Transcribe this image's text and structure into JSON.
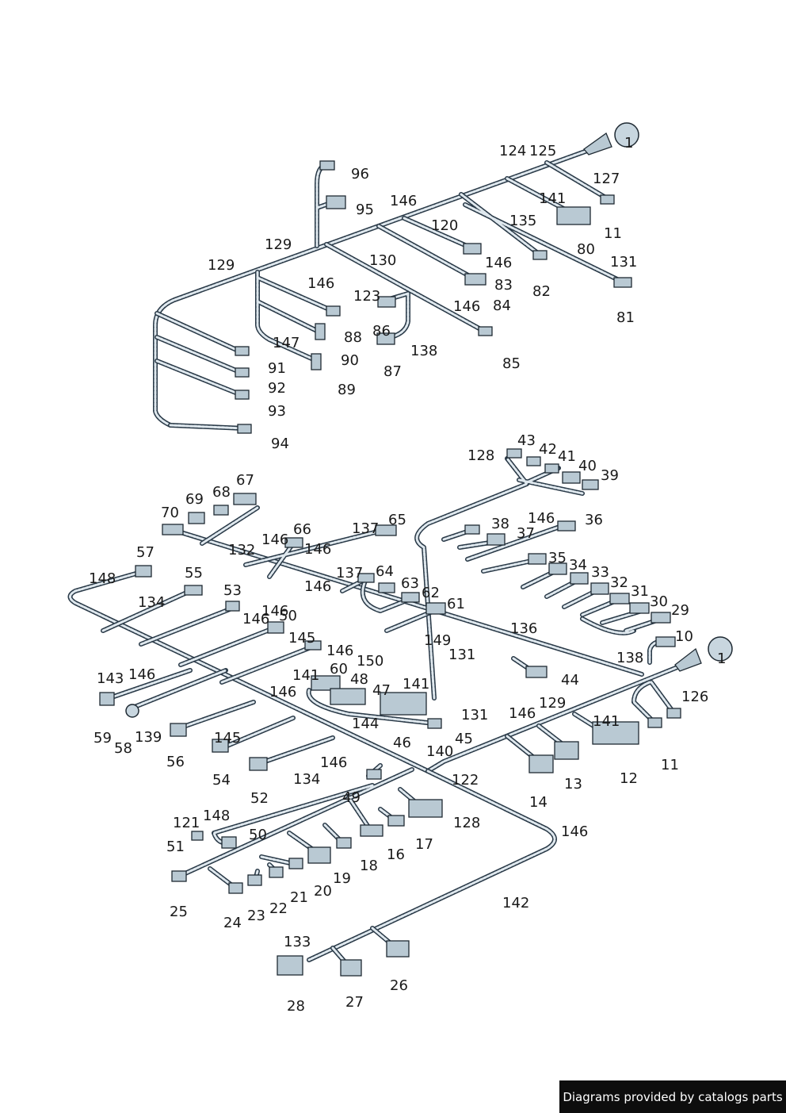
{
  "labels": {
    "top": [
      {
        "t": "1"
      },
      {
        "t": "124"
      },
      {
        "t": "125"
      },
      {
        "t": "127"
      },
      {
        "t": "141"
      },
      {
        "t": "11"
      },
      {
        "t": "80"
      },
      {
        "t": "135"
      },
      {
        "t": "82"
      },
      {
        "t": "131"
      },
      {
        "t": "81"
      },
      {
        "t": "96"
      },
      {
        "t": "95"
      },
      {
        "t": "146"
      },
      {
        "t": "120"
      },
      {
        "t": "146"
      },
      {
        "t": "129"
      },
      {
        "t": "130"
      },
      {
        "t": "83"
      },
      {
        "t": "84"
      },
      {
        "t": "129"
      },
      {
        "t": "146"
      },
      {
        "t": "123"
      },
      {
        "t": "146"
      },
      {
        "t": "88"
      },
      {
        "t": "86"
      },
      {
        "t": "138"
      },
      {
        "t": "85"
      },
      {
        "t": "147"
      },
      {
        "t": "90"
      },
      {
        "t": "87"
      },
      {
        "t": "91"
      },
      {
        "t": "89"
      },
      {
        "t": "92"
      },
      {
        "t": "93"
      },
      {
        "t": "94"
      }
    ],
    "bottom": [
      {
        "t": "128"
      },
      {
        "t": "43"
      },
      {
        "t": "42"
      },
      {
        "t": "41"
      },
      {
        "t": "40"
      },
      {
        "t": "39"
      },
      {
        "t": "38"
      },
      {
        "t": "146"
      },
      {
        "t": "36"
      },
      {
        "t": "37"
      },
      {
        "t": "67"
      },
      {
        "t": "69"
      },
      {
        "t": "68"
      },
      {
        "t": "70"
      },
      {
        "t": "66"
      },
      {
        "t": "137"
      },
      {
        "t": "65"
      },
      {
        "t": "146"
      },
      {
        "t": "146"
      },
      {
        "t": "132"
      },
      {
        "t": "35"
      },
      {
        "t": "34"
      },
      {
        "t": "33"
      },
      {
        "t": "57"
      },
      {
        "t": "55"
      },
      {
        "t": "137"
      },
      {
        "t": "64"
      },
      {
        "t": "63"
      },
      {
        "t": "148"
      },
      {
        "t": "146"
      },
      {
        "t": "62"
      },
      {
        "t": "32"
      },
      {
        "t": "31"
      },
      {
        "t": "53"
      },
      {
        "t": "146"
      },
      {
        "t": "61"
      },
      {
        "t": "30"
      },
      {
        "t": "134"
      },
      {
        "t": "146"
      },
      {
        "t": "50"
      },
      {
        "t": "29"
      },
      {
        "t": "136"
      },
      {
        "t": "145"
      },
      {
        "t": "149"
      },
      {
        "t": "146"
      },
      {
        "t": "10"
      },
      {
        "t": "131"
      },
      {
        "t": "138"
      },
      {
        "t": "150"
      },
      {
        "t": "1"
      },
      {
        "t": "143"
      },
      {
        "t": "146"
      },
      {
        "t": "141"
      },
      {
        "t": "60"
      },
      {
        "t": "48"
      },
      {
        "t": "141"
      },
      {
        "t": "44"
      },
      {
        "t": "47"
      },
      {
        "t": "146"
      },
      {
        "t": "129"
      },
      {
        "t": "126"
      },
      {
        "t": "146"
      },
      {
        "t": "131"
      },
      {
        "t": "141"
      },
      {
        "t": "59"
      },
      {
        "t": "139"
      },
      {
        "t": "58"
      },
      {
        "t": "144"
      },
      {
        "t": "45"
      },
      {
        "t": "56"
      },
      {
        "t": "145"
      },
      {
        "t": "46"
      },
      {
        "t": "140"
      },
      {
        "t": "12"
      },
      {
        "t": "11"
      },
      {
        "t": "13"
      },
      {
        "t": "54"
      },
      {
        "t": "146"
      },
      {
        "t": "122"
      },
      {
        "t": "134"
      },
      {
        "t": "14"
      },
      {
        "t": "52"
      },
      {
        "t": "49"
      },
      {
        "t": "128"
      },
      {
        "t": "121"
      },
      {
        "t": "148"
      },
      {
        "t": "17"
      },
      {
        "t": "146"
      },
      {
        "t": "50"
      },
      {
        "t": "16"
      },
      {
        "t": "51"
      },
      {
        "t": "18"
      },
      {
        "t": "19"
      },
      {
        "t": "20"
      },
      {
        "t": "21"
      },
      {
        "t": "22"
      },
      {
        "t": "25"
      },
      {
        "t": "23"
      },
      {
        "t": "24"
      },
      {
        "t": "142"
      },
      {
        "t": "133"
      },
      {
        "t": "26"
      },
      {
        "t": "27"
      },
      {
        "t": "28"
      }
    ]
  },
  "credit": "Diagrams provided by catalogs parts"
}
